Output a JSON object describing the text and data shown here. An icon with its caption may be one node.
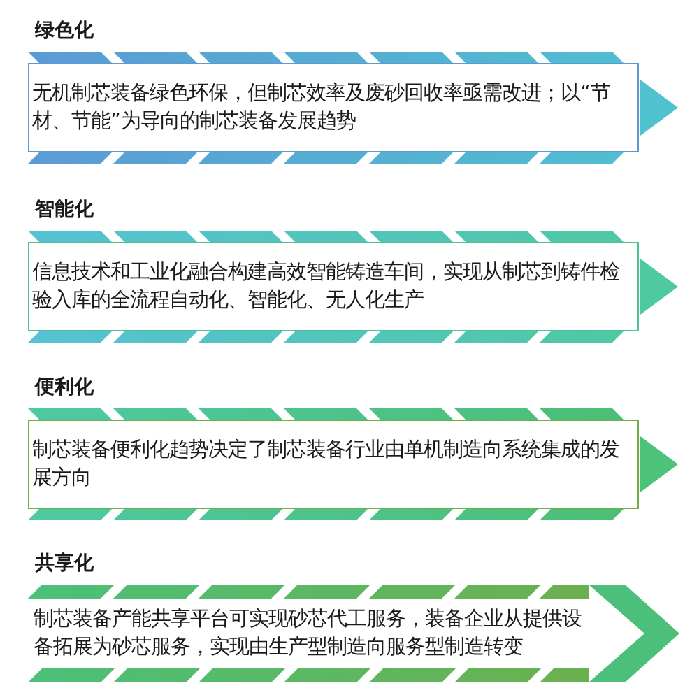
{
  "diagram": {
    "nodes": [
      {
        "text": [
          "绿色化",
          "无机制芯装备绿色环保，但制芯效率及废砂回收率亟需改进；以“节材、节能”为导向的制芯装备发展趋势"
        ]
      },
      {
        "text": [
          "智能化",
          "信息技术和工业化融合构建高效智能铸造车间，实现从制芯到铸件检验入库的全流程自动化、智能化、无人化生产"
        ]
      },
      {
        "text": [
          "便利化",
          "制芯装备便利化趋势决定了制芯装备行业由单机制造向系统集成的发展方向"
        ]
      },
      {
        "text": [
          "共享化",
          "制芯装备产能共享平台可实现砂芯代工服务，装备企业从提供设备拓展为砂芯服务，实现由生产型制造向服务型制造转变"
        ]
      }
    ]
  }
}
